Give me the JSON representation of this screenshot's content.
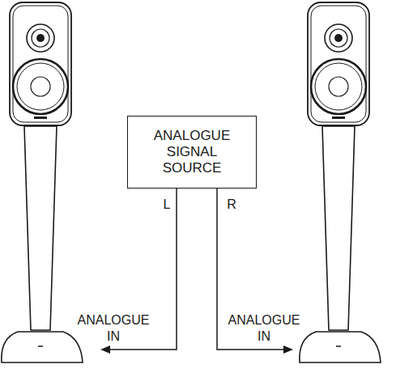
{
  "diagram": {
    "nodes": [
      {
        "text": [
          "ANALOGUE SIGNAL SOURCE"
        ]
      }
    ],
    "labels": [
      "L",
      "R",
      "ANALOGUE IN",
      "ANALOGUE IN"
    ]
  }
}
